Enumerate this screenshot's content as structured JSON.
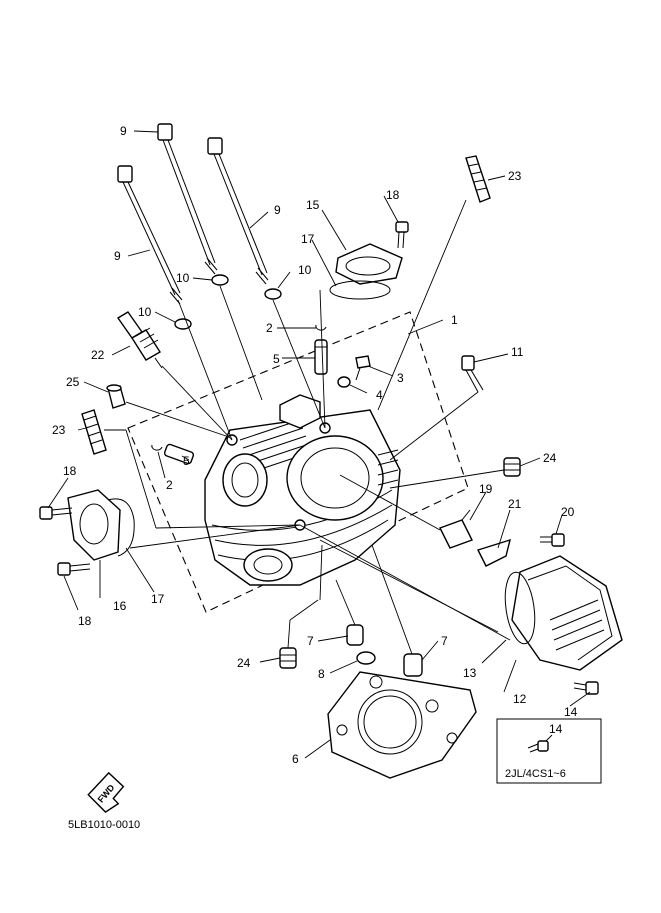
{
  "diagram": {
    "labels": [
      "1",
      "2",
      "2",
      "3",
      "4",
      "5",
      "5",
      "6",
      "7",
      "7",
      "8",
      "9",
      "9",
      "9",
      "10",
      "10",
      "10",
      "11",
      "12",
      "13",
      "14",
      "14",
      "15",
      "16",
      "17",
      "17",
      "18",
      "18",
      "18",
      "19",
      "20",
      "21",
      "22",
      "23",
      "23",
      "24",
      "24",
      "25"
    ],
    "inset_caption": "2JL/4CS1~6",
    "inset_part": "14",
    "fwd_text": "FWD",
    "drawing_code": "5LB1010-0010"
  }
}
